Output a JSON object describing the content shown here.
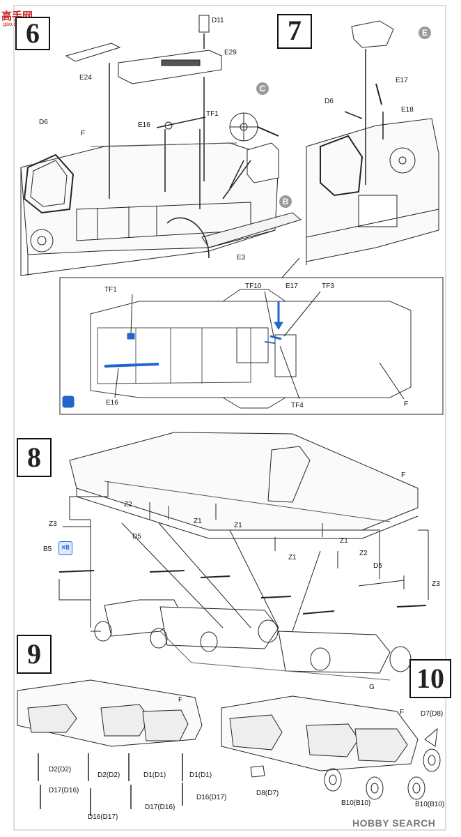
{
  "watermark": {
    "text": "高手网",
    "sub": "gao.shou.net"
  },
  "steps": {
    "s6": "6",
    "s7": "7",
    "s8": "8",
    "s9": "9",
    "s10": "10"
  },
  "callouts": {
    "c": "C",
    "b": "B",
    "e": "E"
  },
  "step6": {
    "labels": {
      "d11": "D11",
      "e29": "E29",
      "e24": "E24",
      "e16": "E16",
      "tf1": "TF1",
      "d6": "D6",
      "f": "F",
      "e3": "E3"
    }
  },
  "step7": {
    "labels": {
      "e17": "E17",
      "e18": "E18",
      "d6": "D6"
    }
  },
  "detail": {
    "labels": {
      "tf1": "TF1",
      "tf10": "TF10",
      "e17": "E17",
      "tf3": "TF3",
      "e16": "E16",
      "tf4": "TF4",
      "f": "F"
    }
  },
  "step8": {
    "labels": {
      "f": "F",
      "z2a": "Z2",
      "z3a": "Z3",
      "z1a": "Z1",
      "z1b": "Z1",
      "d5a": "D5",
      "z1c": "Z1",
      "z1d": "Z1",
      "z2b": "Z2",
      "d5b": "D5",
      "z3b": "Z3",
      "b5": "B5",
      "x8": "×8",
      "g": "G"
    }
  },
  "step9": {
    "labels": {
      "f": "F",
      "d2a": "D2(D2)",
      "d2b": "D2(D2)",
      "d1a": "D1(D1)",
      "d1b": "D1(D1)",
      "d17a": "D17(D16)",
      "d16a": "D16(D17)",
      "d17b": "D17(D16)",
      "d16b": "D16(D17)"
    }
  },
  "step10": {
    "labels": {
      "f": "F",
      "d7": "D7(D8)",
      "d8": "D8(D7)",
      "b10a": "B10(B10)",
      "b10b": "B10(B10)"
    }
  },
  "footer": {
    "logo": "HOBBY SEARCH"
  },
  "colors": {
    "accent": "#2266cc",
    "callout": "#9a9a9a",
    "line": "#222222",
    "watermark": "#cc2222"
  }
}
